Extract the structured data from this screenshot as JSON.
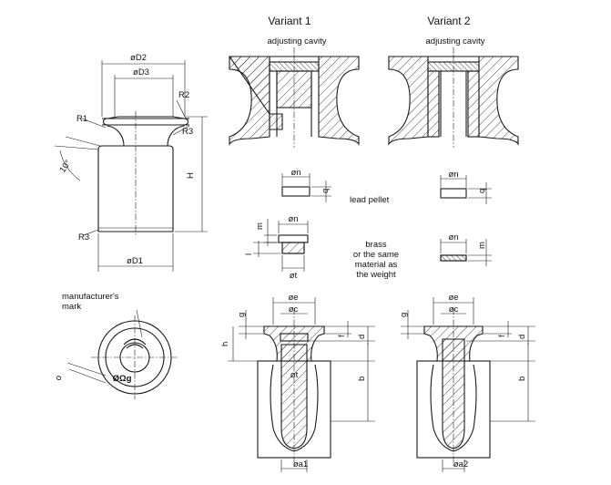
{
  "variant1": {
    "title": "Variant 1",
    "cavity_label": "adjusting cavity"
  },
  "variant2": {
    "title": "Variant 2",
    "cavity_label": "adjusting cavity"
  },
  "weight_view": {
    "dims": {
      "d2": "øD2",
      "d3": "øD3",
      "d1": "øD1",
      "h": "H",
      "r1": "R1",
      "r2": "R2",
      "r3a": "R3",
      "r3b": "R3",
      "angle": "10°"
    }
  },
  "pellets": {
    "lead_label": "lead pellet",
    "brass_label_lines": [
      "brass",
      "or the same",
      "material as",
      "the weight"
    ],
    "dims": {
      "n1": "øn",
      "q1": "q",
      "n2": "øn",
      "m1": "m",
      "l": "l",
      "t": "øt",
      "n3": "øn",
      "q2": "q",
      "n4": "øn",
      "m2": "m"
    }
  },
  "top_view": {
    "label_lines": [
      "manufacturer's",
      "mark"
    ],
    "o": "o"
  },
  "sections": {
    "v1": {
      "e": "øe",
      "c": "øc",
      "g": "g",
      "h": "h",
      "f": "f",
      "d": "d",
      "t": "øt",
      "b": "b",
      "a1": "øa1"
    },
    "v2": {
      "e": "øe",
      "c": "øc",
      "g": "g",
      "f": "f",
      "d": "d",
      "b": "b",
      "a2": "øa2"
    }
  }
}
